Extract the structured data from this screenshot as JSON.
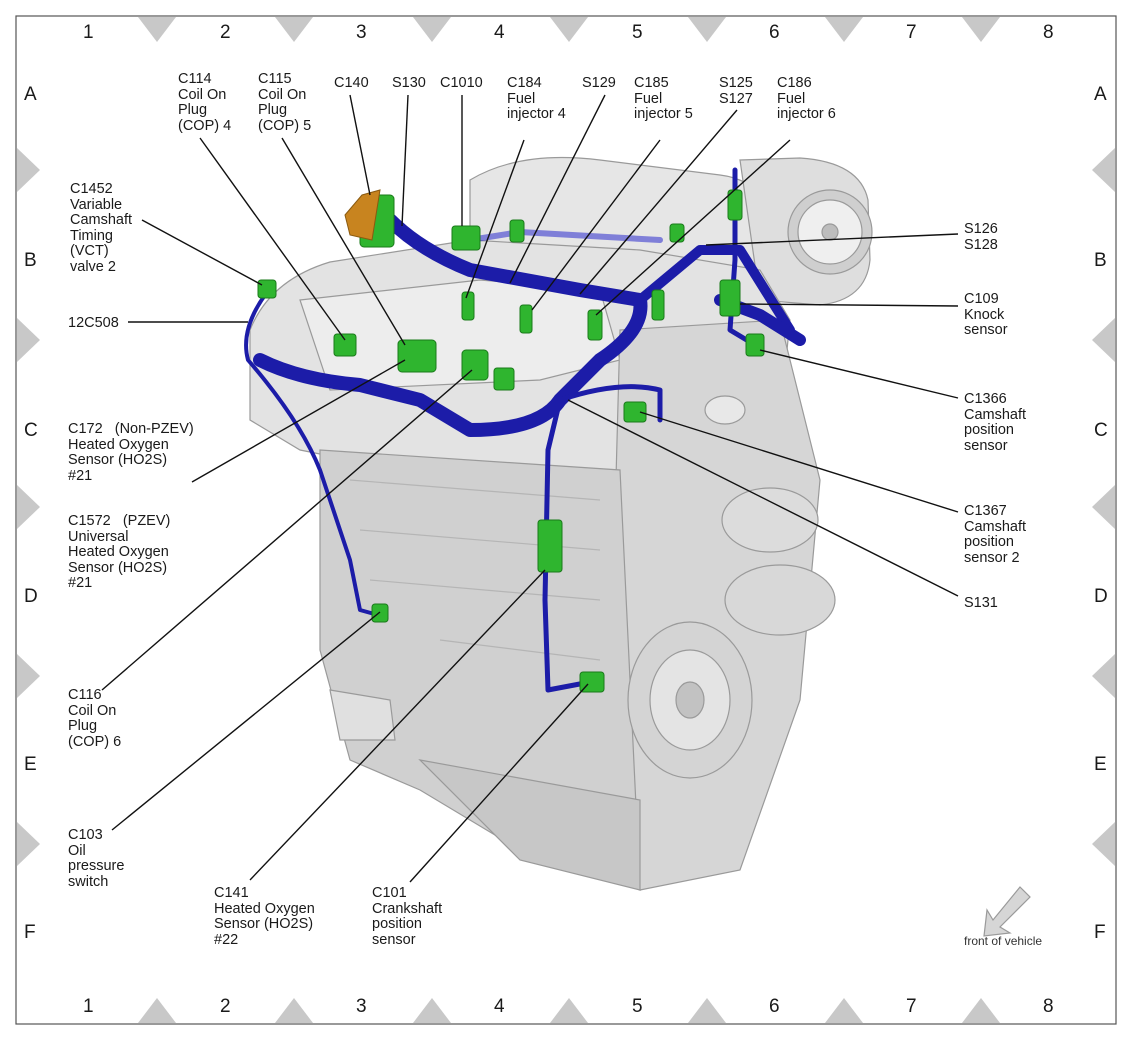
{
  "grid": {
    "columns": [
      "1",
      "2",
      "3",
      "4",
      "5",
      "6",
      "7",
      "8"
    ],
    "rows": [
      "A",
      "B",
      "C",
      "D",
      "E",
      "F"
    ]
  },
  "labels": {
    "c114": "C114\nCoil On\nPlug\n(COP) 4",
    "c115": "C115\nCoil On\nPlug\n(COP) 5",
    "c140": "C140",
    "s130": "S130",
    "c1010": "C1010",
    "c184": "C184\nFuel\ninjector 4",
    "s129": "S129",
    "c185": "C185\nFuel\ninjector 5",
    "s125": "S125\nS127",
    "c186": "C186\nFuel\ninjector 6",
    "c1452": "C1452\nVariable\nCamshaft\nTiming\n(VCT)\nvalve 2",
    "c12c508": "12C508",
    "s126": "S126\nS128",
    "c109": "C109\nKnock\nsensor",
    "c1366": "C1366\nCamshaft\nposition\nsensor",
    "c172": "C172   (Non-PZEV)\nHeated Oxygen\nSensor (HO2S)\n#21",
    "c1572": "C1572   (PZEV)\nUniversal\nHeated Oxygen\nSensor (HO2S)\n#21",
    "c1367": "C1367\nCamshaft\nposition\nsensor 2",
    "s131": "S131",
    "c116": "C116\nCoil On\nPlug\n(COP) 6",
    "c103": "C103\nOil\npressure\nswitch",
    "c141": "C141\nHeated Oxygen\nSensor (HO2S)\n#22",
    "c101": "C101\nCrankshaft\nposition\nsensor"
  },
  "front_of_vehicle": "front of vehicle",
  "colors": {
    "harness": "#1c1ca8",
    "connector": "#2fb52f",
    "engine": "#d9d9d9",
    "grid_marker": "#c8c8c8"
  }
}
